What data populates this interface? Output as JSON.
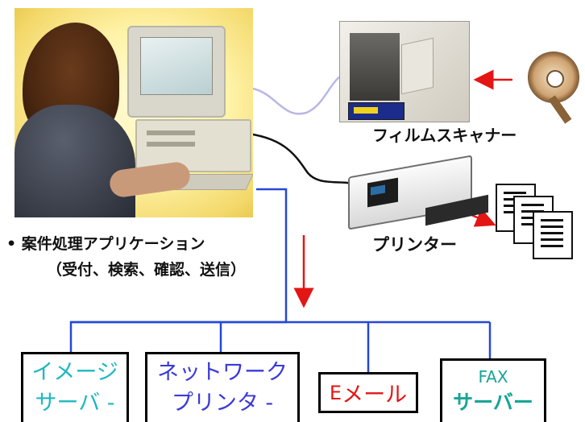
{
  "labels": {
    "film_scanner": "フィルムスキャナー",
    "printer": "プリンター",
    "app_bullet": "•",
    "app_line1": "案件処理アプリケーション",
    "app_line2": "（受付、検索、確認、送信）"
  },
  "boxes": {
    "image_server": {
      "line1": "イメージ",
      "line2": "サーバ -"
    },
    "network_printer": {
      "line1": "ネットワーク",
      "line2": "プリンタ -"
    },
    "email": {
      "prefix": "E",
      "rest": "メール"
    },
    "fax_server": {
      "line1": "FAX",
      "line2": "サーバー"
    }
  },
  "colors": {
    "cyan": "#1fb8c0",
    "blue_text": "#3a3ad8",
    "red": "#e41515",
    "teal": "#18a596",
    "network_line": "#2448d8",
    "cable_light": "#b8b8e6",
    "cable_dark": "#111111"
  }
}
